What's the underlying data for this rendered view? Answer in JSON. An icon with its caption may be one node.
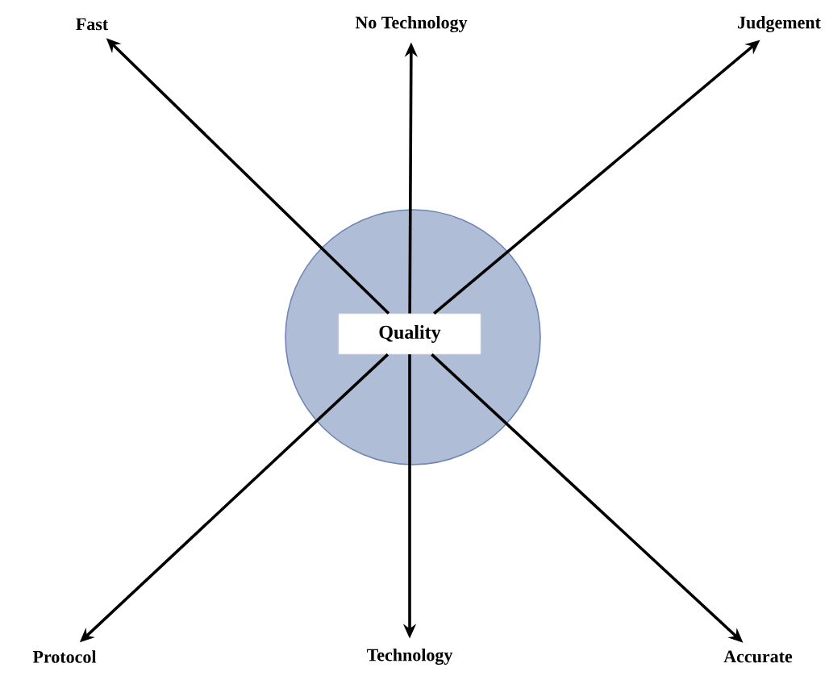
{
  "diagram": {
    "nodes": [
      {
        "text": [],
        "shape": "circle"
      },
      {
        "text": [
          "Quality"
        ],
        "in": 0
      },
      {
        "text": [
          "Fast"
        ]
      },
      {
        "text": [
          "No Technology"
        ]
      },
      {
        "text": [
          "Judgement"
        ]
      },
      {
        "text": [
          "Protocol"
        ]
      },
      {
        "text": [
          "Technology"
        ]
      },
      {
        "text": [
          "Accurate"
        ]
      }
    ],
    "edges": [
      {
        "from": 1,
        "to": 2,
        "arrow": "to"
      },
      {
        "from": 1,
        "to": 3,
        "arrow": "to"
      },
      {
        "from": 1,
        "to": 4,
        "arrow": "to"
      },
      {
        "from": 1,
        "to": 5,
        "arrow": "to"
      },
      {
        "from": 1,
        "to": 6,
        "arrow": "to"
      },
      {
        "from": 1,
        "to": 7,
        "arrow": "to"
      }
    ]
  }
}
